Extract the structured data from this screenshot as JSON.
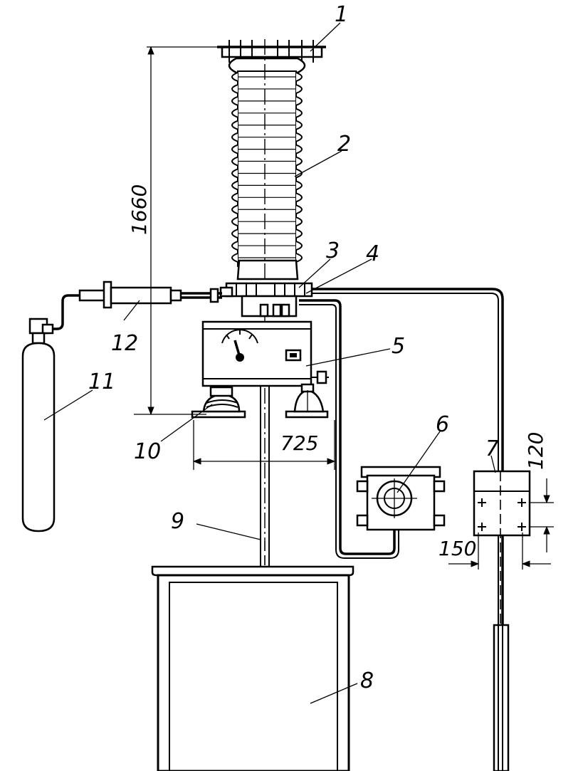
{
  "callouts": {
    "c1": "1",
    "c2": "2",
    "c3": "3",
    "c4": "4",
    "c5": "5",
    "c6": "6",
    "c7": "7",
    "c8": "8",
    "c9": "9",
    "c10": "10",
    "c11": "11",
    "c12": "12"
  },
  "dimensions": {
    "height": "1660",
    "base_width": "725",
    "box_height": "120",
    "box_width": "150"
  },
  "colors": {
    "ink": "#000000",
    "paper": "#ffffff"
  }
}
